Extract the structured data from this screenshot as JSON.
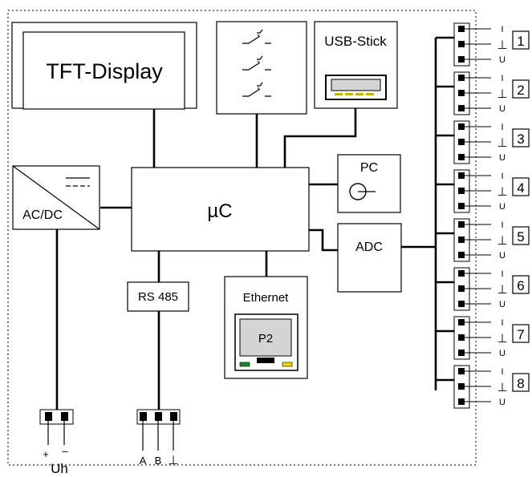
{
  "blocks": {
    "tft": "TFT-Display",
    "usb": "USB-Stick",
    "pc": "PC",
    "uc": "µC",
    "acdc": "AC/DC",
    "adc": "ADC",
    "rs485": "RS 485",
    "ethernet": "Ethernet",
    "ethernet_port": "P2"
  },
  "channels": [
    "1",
    "2",
    "3",
    "4",
    "5",
    "6",
    "7",
    "8"
  ],
  "channel_pins": {
    "current": "I",
    "ground": "⊥",
    "voltage": "U"
  },
  "power_terminal": {
    "plus": "+",
    "minus": "–",
    "label": "Uh"
  },
  "rs485_terminal": {
    "a": "A",
    "b": "B",
    "gnd": "⊥"
  },
  "colors": {
    "led_green": "#1a8a2a",
    "led_yellow": "#f2d600",
    "usb_port_fill": "#d4d4d4",
    "usb_contacts": "#c8b400"
  }
}
